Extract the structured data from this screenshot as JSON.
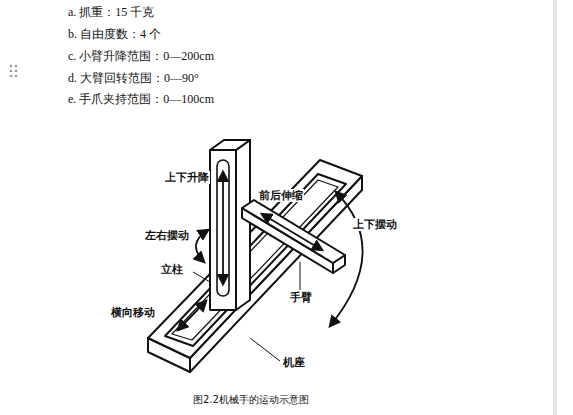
{
  "diagram": {
    "caption": "图2.2机械手的运动示意图",
    "labels": [
      "a. 抓重：15 千克",
      "b. 自由度数：4 个",
      "c. 小臂升降范围：0—200cm",
      "d. 大臂回转范围：0—90°",
      "e. 手爪夹持范围：0—100cm",
      "上下升降",
      "前后伸缩",
      "左右摆动",
      "上下摆动",
      "立柱",
      "手臂",
      "横向移动",
      "机座"
    ]
  }
}
